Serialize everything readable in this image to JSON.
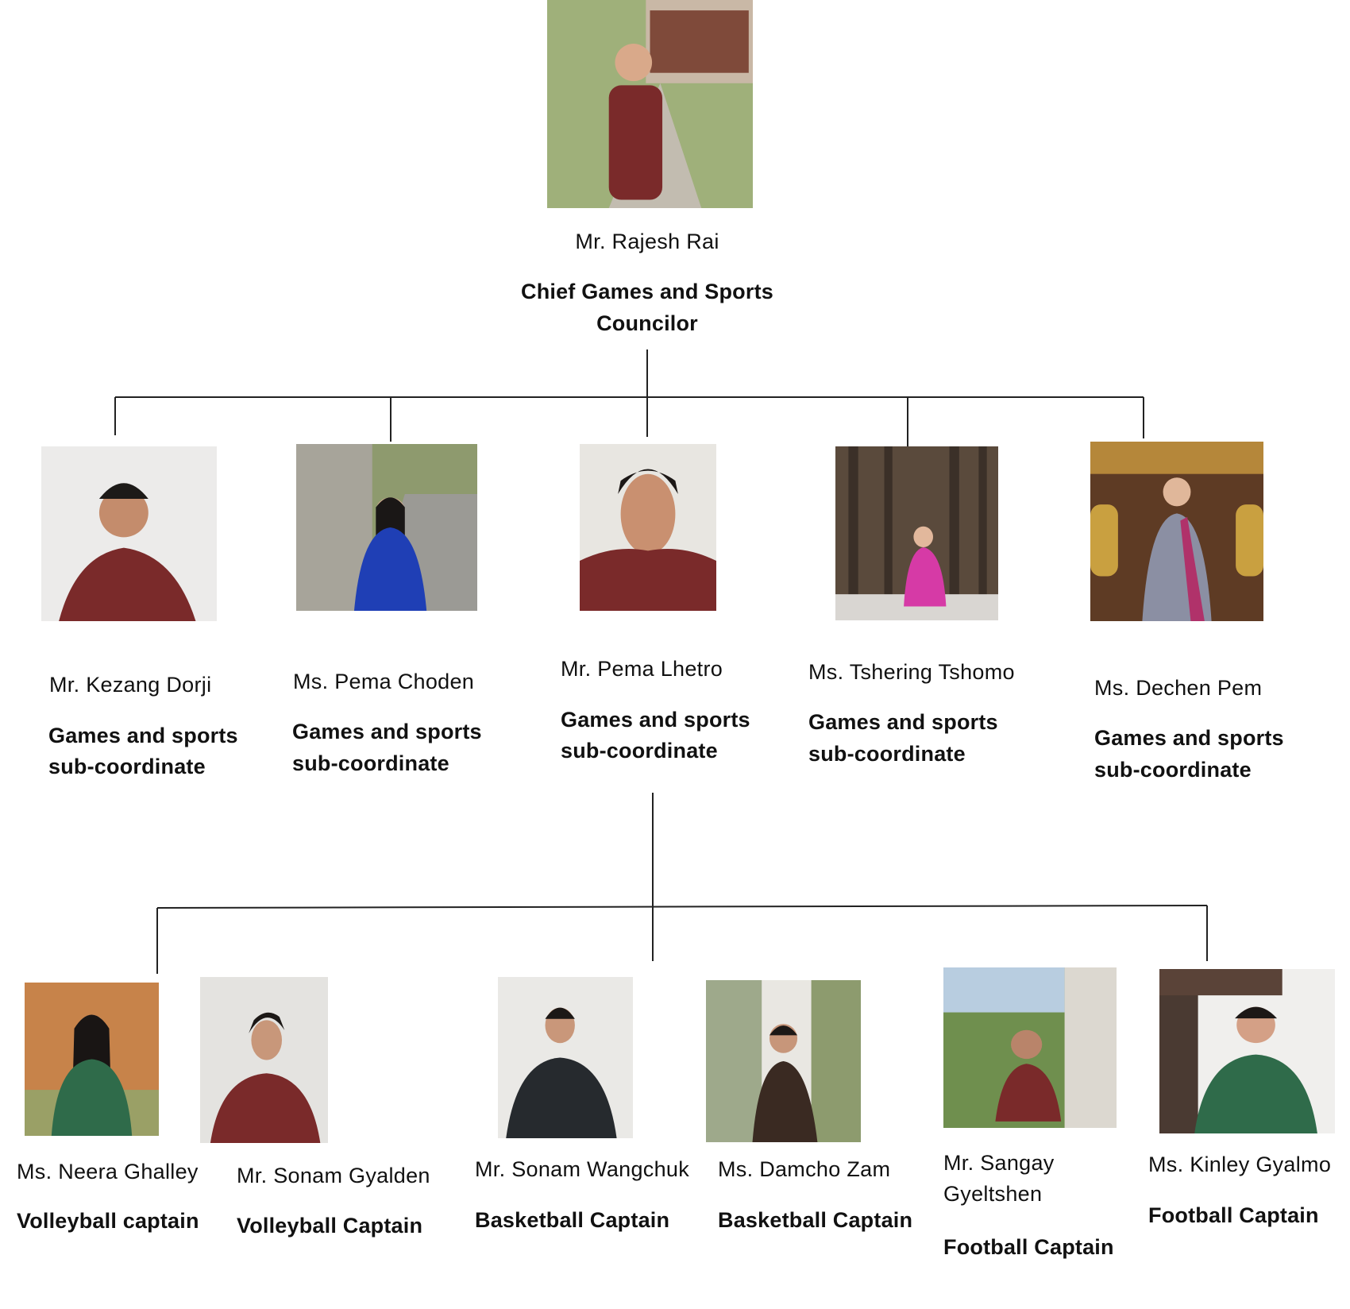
{
  "chief": {
    "photo_icon": "person-photo",
    "name": "Mr. Rajesh Rai",
    "role_line1": "Chief Games and Sports",
    "role_line2": "Councilor"
  },
  "subcoordinates": [
    {
      "name": "Mr. Kezang Dorji",
      "role_line1": "Games and sports",
      "role_line2": "sub-coordinate"
    },
    {
      "name": "Ms. Pema Choden",
      "role_line1": "Games and sports",
      "role_line2": "sub-coordinate"
    },
    {
      "name": "Mr. Pema Lhetro",
      "role_line1": "Games and sports",
      "role_line2": "sub-coordinate"
    },
    {
      "name": "Ms. Tshering Tshomo",
      "role_line1": "Games and sports",
      "role_line2": "sub-coordinate"
    },
    {
      "name": "Ms. Dechen Pem",
      "role_line1": "Games and sports",
      "role_line2": "sub-coordinate"
    }
  ],
  "captains": [
    {
      "name": "Ms. Neera Ghalley",
      "role": "Volleyball captain"
    },
    {
      "name": "Mr. Sonam Gyalden",
      "role": "Volleyball Captain"
    },
    {
      "name": "Mr. Sonam Wangchuk",
      "role": "Basketball Captain"
    },
    {
      "name": "Ms. Damcho Zam",
      "role": "Basketball Captain"
    },
    {
      "name_line1": "Mr. Sangay",
      "name_line2": "Gyeltshen",
      "role": "Football Captain"
    },
    {
      "name": "Ms.  Kinley Gyalmo",
      "role": "Football Captain"
    }
  ],
  "colors": {
    "line": "#222222",
    "gho_red": "#7a2a2a",
    "kira_blue": "#1f3fb5",
    "kira_pink": "#d63aa6",
    "gho_green": "#2f6b4a",
    "gho_black": "#262a2e"
  }
}
